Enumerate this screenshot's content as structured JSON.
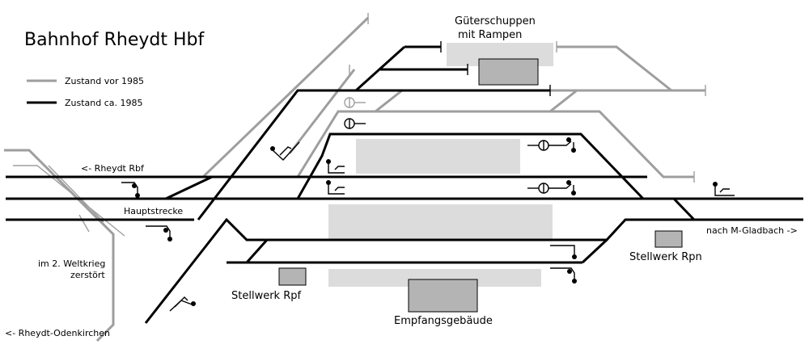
{
  "title": "Bahnhof Rheydt Hbf",
  "legend": [
    {
      "label": "Zustand vor 1985",
      "color": "#9e9e9e"
    },
    {
      "label": "Zustand ca. 1985",
      "color": "#000000"
    }
  ],
  "labels": {
    "gueterschuppen_line1": "Güterschuppen",
    "gueterschuppen_line2": "mit Rampen",
    "rheydt_rbf": "<- Rheydt Rbf",
    "hauptstrecke": "Hauptstrecke",
    "nach_mgladbach": "nach M-Gladbach ->",
    "weltkrieg_line1": "im 2. Weltkrieg",
    "weltkrieg_line2": "zerstört",
    "stellwerk_rpf": "Stellwerk Rpf",
    "stellwerk_rpn": "Stellwerk Rpn",
    "empfangsgebaeude": "Empfangsgebäude",
    "odenkirchen": "<- Rheydt-Odenkirchen"
  },
  "colors": {
    "old_track": "#9e9e9e",
    "current_track": "#000000",
    "platform": "#dcdcdc",
    "building": "#b4b4b4"
  }
}
